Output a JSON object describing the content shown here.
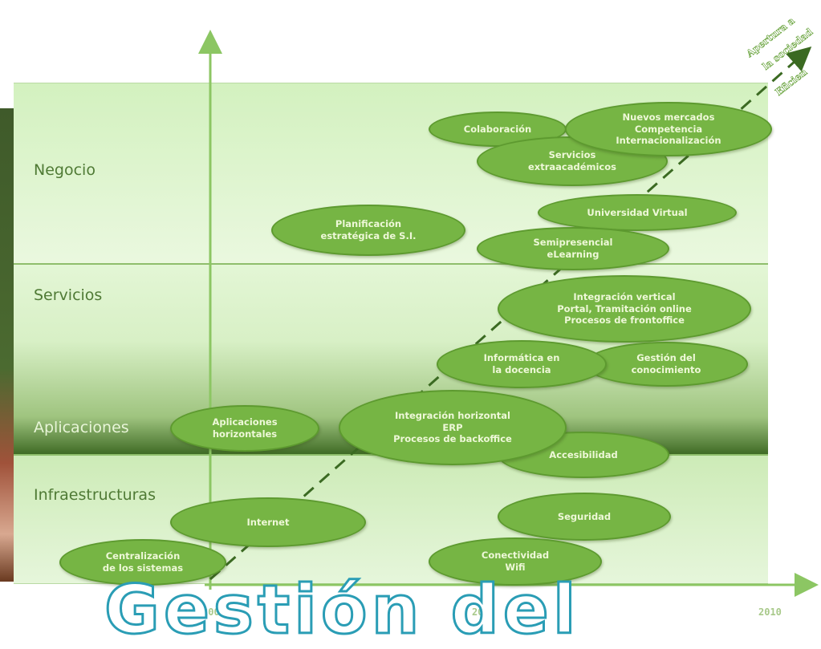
{
  "layers": [
    {
      "label": "Negocio"
    },
    {
      "label": "Servicios"
    },
    {
      "label": "Aplicaciones"
    },
    {
      "label": "Infraestructuras"
    }
  ],
  "bubbles": [
    {
      "id": "colaboracion",
      "text": "Colaboración"
    },
    {
      "id": "nuevos-mercados",
      "text": "Nuevos mercados\nCompetencia\nInternacionalización"
    },
    {
      "id": "servicios-extraacademicos",
      "text": "Servicios\nextraacadémicos"
    },
    {
      "id": "universidad-virtual",
      "text": "Universidad Virtual"
    },
    {
      "id": "planificacion",
      "text": "Planificación\nestratégica de S.I."
    },
    {
      "id": "semipresencial",
      "text": "Semipresencial\neLearning"
    },
    {
      "id": "integracion-vertical",
      "text": "Integración vertical\nPortal, Tramitación online\nProcesos de frontoffice"
    },
    {
      "id": "informatica-docencia",
      "text": "Informática en\nla docencia"
    },
    {
      "id": "gestion-conocimiento",
      "text": "Gestión del\nconocimiento"
    },
    {
      "id": "aplicaciones-horizontales",
      "text": "Aplicaciones\nhorizontales"
    },
    {
      "id": "integracion-horizontal",
      "text": "Integración horizontal\nERP\nProcesos de backoffice"
    },
    {
      "id": "accesibilidad",
      "text": "Accesibilidad"
    },
    {
      "id": "internet",
      "text": "Internet"
    },
    {
      "id": "seguridad",
      "text": "Seguridad"
    },
    {
      "id": "centralizacion",
      "text": "Centralización\nde los sistemas"
    },
    {
      "id": "conectividad",
      "text": "Conectividad\nWifi"
    }
  ],
  "years": [
    "2000",
    "2005",
    "2010"
  ],
  "title": "Gestión del",
  "corner_text": [
    "Apertura a",
    "la sociedad",
    "Eficien"
  ],
  "colors": {
    "bubble": "#76b544",
    "band": "#c9edb0",
    "text": "#4f7a35",
    "title_outline": "#2a9db5"
  }
}
